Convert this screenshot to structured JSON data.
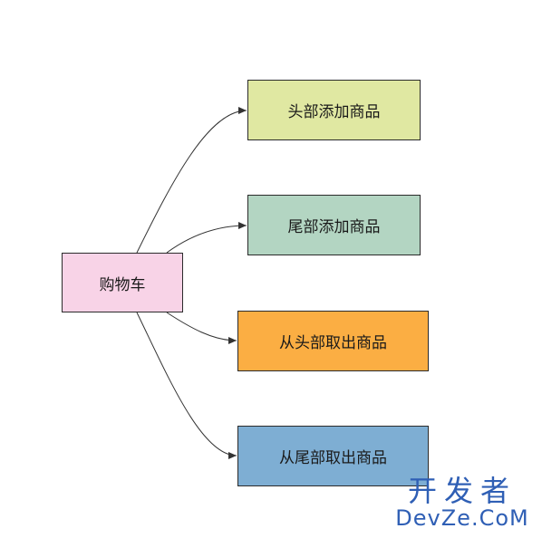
{
  "diagram": {
    "root": {
      "label": "购物车",
      "color": "#f8d3e7"
    },
    "children": [
      {
        "label": "头部添加商品",
        "color": "#e0e8a2"
      },
      {
        "label": "尾部添加商品",
        "color": "#b3d5c2"
      },
      {
        "label": "从头部取出商品",
        "color": "#fbae43"
      },
      {
        "label": "从尾部取出商品",
        "color": "#7eaed3"
      }
    ],
    "edge_color": "#333333"
  },
  "watermark": {
    "cn": "开发者",
    "en": "DevZe.CoM"
  }
}
